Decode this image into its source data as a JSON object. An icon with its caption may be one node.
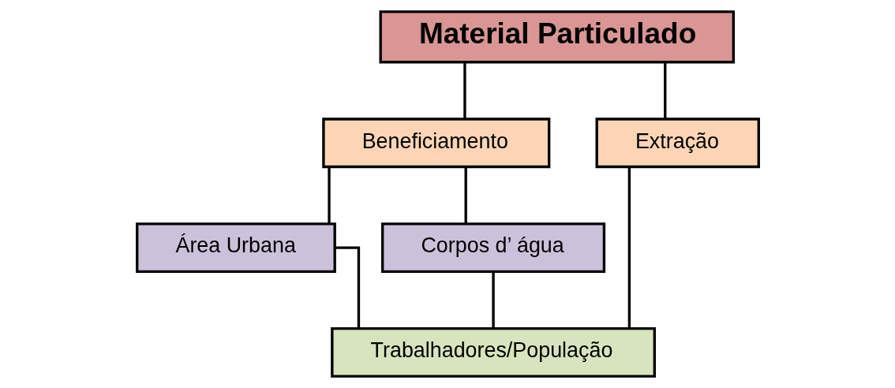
{
  "diagram": {
    "nodes": [
      {
        "text": [
          "Material Particulado"
        ]
      },
      {
        "text": [
          "Beneficiamento"
        ]
      },
      {
        "text": [
          "Extração"
        ]
      },
      {
        "text": [
          "Área Urbana"
        ]
      },
      {
        "text": [
          "Corpos d’ água"
        ]
      },
      {
        "text": [
          "Trabalhadores/População"
        ]
      }
    ],
    "edges": [
      {
        "from": 0,
        "to": 1,
        "arrow": "none"
      },
      {
        "from": 0,
        "to": 2,
        "arrow": "none"
      },
      {
        "from": 1,
        "to": 3,
        "arrow": "none"
      },
      {
        "from": 1,
        "to": 4,
        "arrow": "none"
      },
      {
        "from": 3,
        "to": 5,
        "arrow": "none"
      },
      {
        "from": 4,
        "to": 5,
        "arrow": "none"
      },
      {
        "from": 2,
        "to": 5,
        "arrow": "none"
      }
    ]
  }
}
